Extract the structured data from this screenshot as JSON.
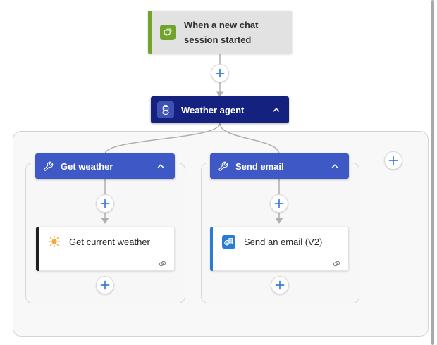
{
  "trigger": {
    "title": "When a new chat session started",
    "icon": "chat-bubbles-icon"
  },
  "agent": {
    "title": "Weather agent",
    "icon": "bot-icon"
  },
  "branches": [
    {
      "title": "Get weather",
      "header_icon": "wrench-icon",
      "action": {
        "title": "Get current weather",
        "icon": "sun-icon",
        "footer_icon": "connections-icon"
      }
    },
    {
      "title": "Send email",
      "header_icon": "wrench-icon",
      "action": {
        "title": "Send an email (V2)",
        "icon": "outlook-icon",
        "footer_icon": "connections-icon"
      }
    }
  ],
  "colors": {
    "trigger_accent": "#71A32D",
    "trigger_bg": "#E2E2E2",
    "agent_bg": "#15217E",
    "agent_chip": "#3D52B3",
    "branch_header_bg": "#3E59C6",
    "plus_blue": "#3D7DD6",
    "wire_gray": "#AFAFAF",
    "outlook_blue": "#2B7CD3",
    "sun_orange": "#F6A83B",
    "weather_action_accent": "#1F1F1F",
    "scope_bg": "#F8F8F8",
    "scope_border": "#D4D4D4",
    "canvas_bg": "#FFFFFF"
  }
}
